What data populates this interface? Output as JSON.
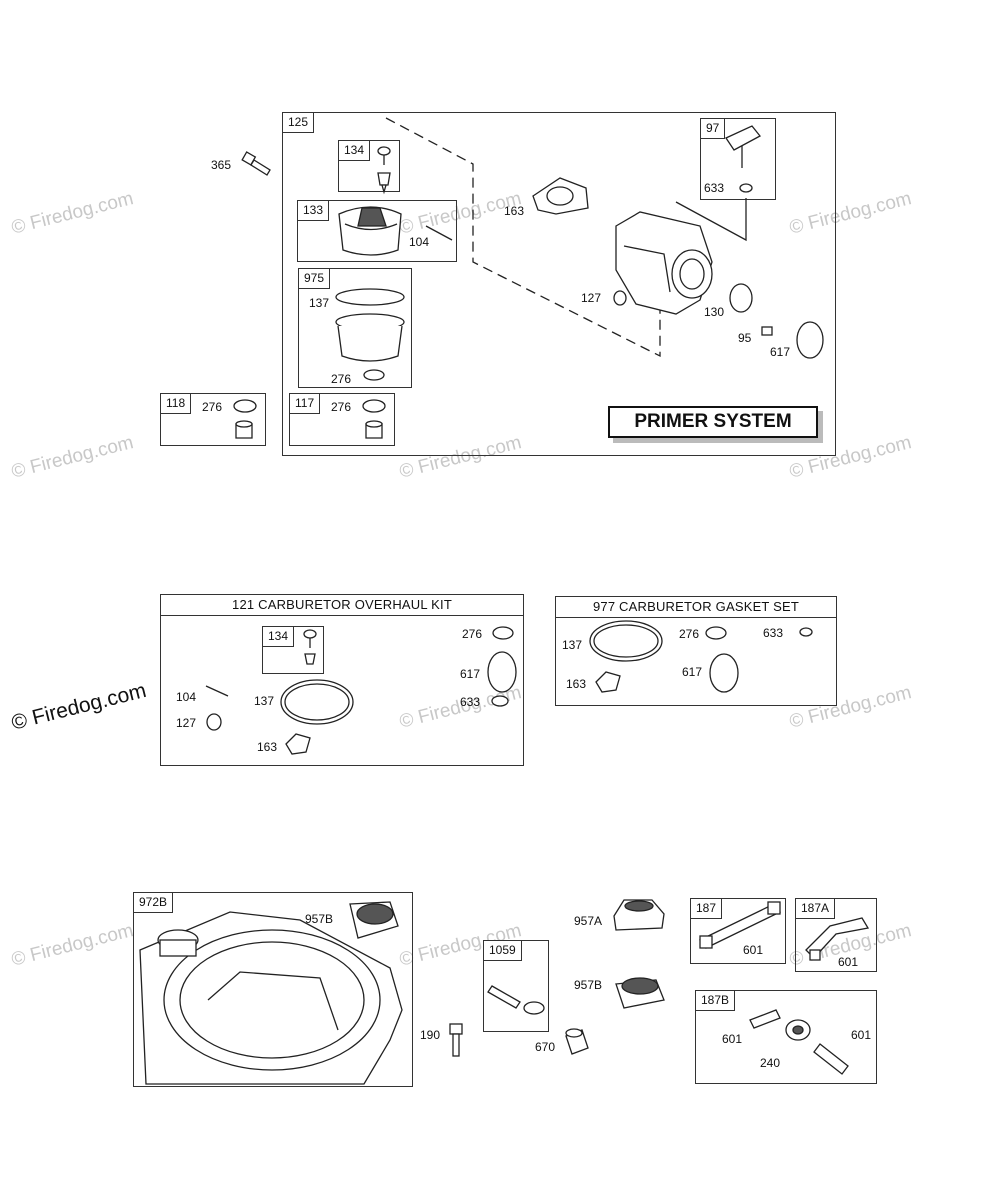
{
  "watermark": {
    "text": "© Firedog.com"
  },
  "section_primer": {
    "main_box": "125",
    "title": "PRIMER SYSTEM",
    "boxes": [
      {
        "id": "134",
        "labels": []
      },
      {
        "id": "133",
        "labels": [
          "104"
        ]
      },
      {
        "id": "975",
        "labels": [
          "137",
          "276"
        ]
      },
      {
        "id": "97",
        "labels": [
          "633"
        ]
      },
      {
        "id": "118",
        "labels": [
          "276"
        ]
      },
      {
        "id": "117",
        "labels": [
          "276"
        ]
      }
    ],
    "loose_labels": [
      "365",
      "163",
      "127",
      "130",
      "95",
      "617"
    ]
  },
  "kit_overhaul": {
    "title": "121 CARBURETOR OVERHAUL KIT",
    "inner_box": "134",
    "labels": [
      "104",
      "127",
      "137",
      "163",
      "276",
      "617",
      "633"
    ]
  },
  "kit_gasket": {
    "title": "977 CARBURETOR GASKET SET",
    "labels": [
      "137",
      "163",
      "276",
      "617",
      "633"
    ]
  },
  "section_tank": {
    "boxes": [
      {
        "id": "972B",
        "labels": [
          "957B"
        ]
      },
      {
        "id": "1059",
        "labels": []
      },
      {
        "id": "187",
        "labels": [
          "601"
        ]
      },
      {
        "id": "187A",
        "labels": [
          "601"
        ]
      },
      {
        "id": "187B",
        "labels": [
          "601",
          "601",
          "240"
        ]
      }
    ],
    "loose_labels": [
      "957A",
      "957B",
      "190",
      "670"
    ]
  }
}
